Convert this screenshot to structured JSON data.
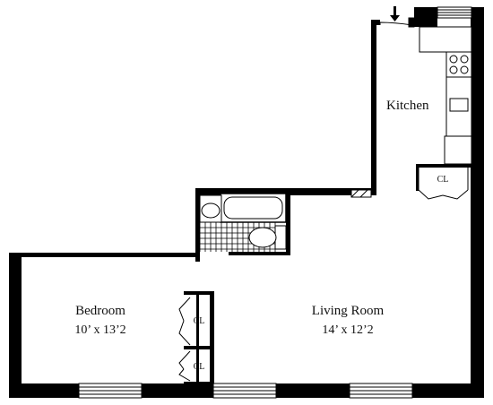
{
  "colors": {
    "wall": "#000000",
    "background": "#ffffff",
    "tile_line": "#000000",
    "fixture_fill": "#ffffff"
  },
  "rooms": {
    "kitchen": {
      "name": "Kitchen"
    },
    "bedroom": {
      "name": "Bedroom",
      "dimensions": "10’ x 13’2"
    },
    "living_room": {
      "name": "Living Room",
      "dimensions": "14’ x 12’2"
    }
  },
  "closets": [
    {
      "label": "CL"
    },
    {
      "label": "CL"
    },
    {
      "label": "CL"
    }
  ],
  "icons": {
    "entry": "down-arrow-icon"
  }
}
